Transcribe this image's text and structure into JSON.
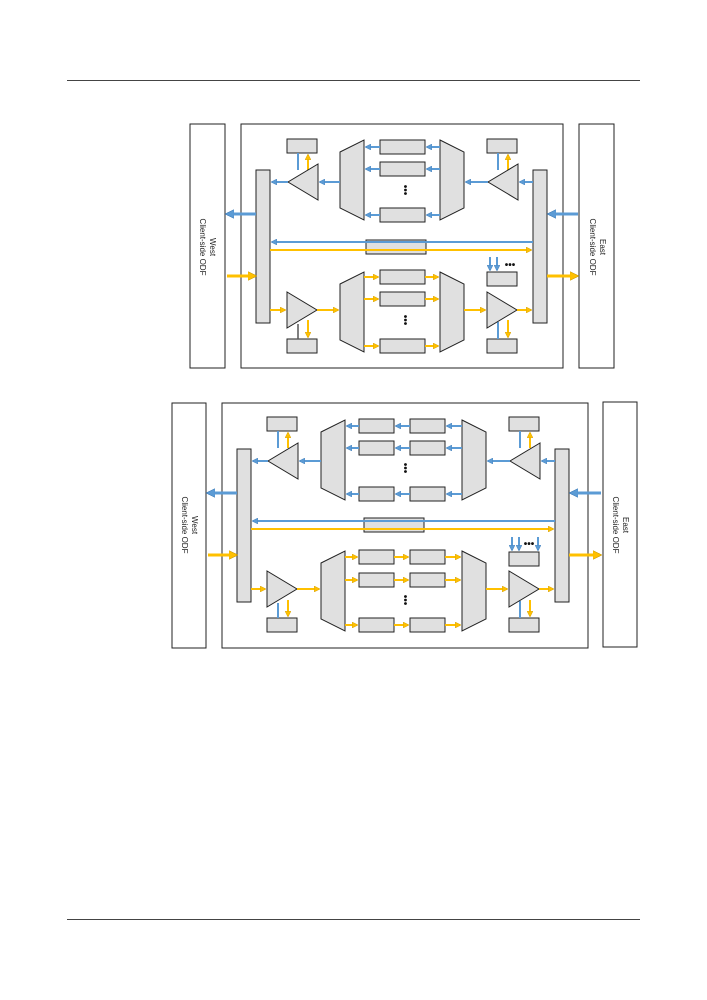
{
  "figures": [
    {
      "west_label_line1": "West",
      "west_label_line2": "Client-side ODF",
      "east_label_line1": "East",
      "east_label_line2": "Client-side ODF",
      "ellipsis": "•••"
    },
    {
      "west_label_line1": "West",
      "west_label_line2": "Client-side ODF",
      "east_label_line1": "East",
      "east_label_line2": "Client-side ODF",
      "ellipsis": "•••"
    }
  ],
  "colors": {
    "blue_arrow": "#5b9bd5",
    "yellow_arrow": "#ffc000",
    "box_fill": "#e0e0e0",
    "stroke": "#222222"
  }
}
